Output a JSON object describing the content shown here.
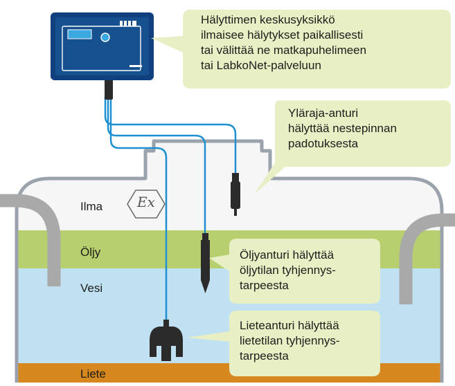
{
  "colors": {
    "tank_outline": "#9aa3ab",
    "air": "#f6f6f6",
    "oil": "#b7cf6e",
    "water": "#bfe1f2",
    "sludge": "#d6871d",
    "pipe": "#a9a9a9",
    "cable": "#1e8fd0",
    "sensor": "#2b2b2b",
    "unit": "#10407e",
    "callout": "#e9efc4"
  },
  "icons": {
    "central_unit": "alarm-unit-icon",
    "ex_mark": "ex-hexagon-icon"
  },
  "labels": {
    "ex": "Ex",
    "air": "Ilma",
    "oil": "Öljy",
    "water": "Vesi",
    "sludge": "Liete"
  },
  "callouts": {
    "central_unit": "Hälyttimen keskusyksikkö\nilmaisee hälytykset paikallisesti\ntai välittää ne matkapuhelimeen\ntai LabkoNet-palveluun",
    "upper_limit": "Yläraja-anturi\nhälyttää nestepinnan\npadotuksesta",
    "oil_sensor": "Öljyanturi hälyttää\nöljytilan tyhjennys-\ntarpeesta",
    "sludge_sensor": "Lieteanturi hälyttää\nlietetilan tyhjennys-\ntarpeesta"
  }
}
